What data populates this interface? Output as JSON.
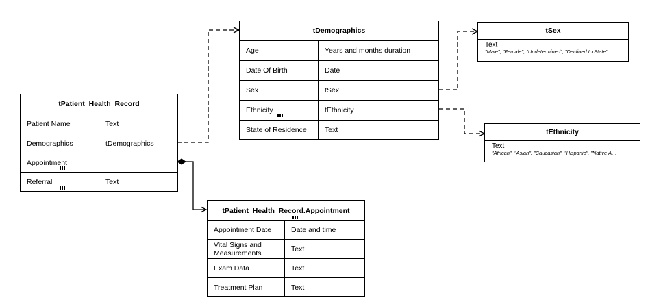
{
  "patient": {
    "title": "tPatient_Health_Record",
    "rows": [
      {
        "field": "Patient Name",
        "type": "Text"
      },
      {
        "field": "Demographics",
        "type": "tDemographics"
      },
      {
        "field": "Appointment",
        "type": ""
      },
      {
        "field": "Referral",
        "type": "Text"
      }
    ]
  },
  "demographics": {
    "title": "tDemographics",
    "rows": [
      {
        "field": "Age",
        "type": "Years and months duration"
      },
      {
        "field": "Date Of Birth",
        "type": "Date"
      },
      {
        "field": "Sex",
        "type": "tSex"
      },
      {
        "field": "Ethnicity",
        "type": "tEthnicity"
      },
      {
        "field": "State of Residence",
        "type": "Text"
      }
    ]
  },
  "appointment": {
    "title": "tPatient_Health_Record.Appointment",
    "rows": [
      {
        "field": "Appointment Date",
        "type": "Date and time"
      },
      {
        "field": "Vital Signs and Measurements",
        "type": "Text"
      },
      {
        "field": "Exam Data",
        "type": "Text"
      },
      {
        "field": "Treatment Plan",
        "type": "Text"
      }
    ]
  },
  "tsex": {
    "title": "tSex",
    "type_name": "Text",
    "values": "\"Male\", \"Female\", \"Undetermined\", \"Declined to State\""
  },
  "tethnicity": {
    "title": "tEthnicity",
    "type_name": "Text",
    "values": "\"African\", \"Asian\", \"Caucasian\", \"Hispanic\", \"Native A…"
  }
}
